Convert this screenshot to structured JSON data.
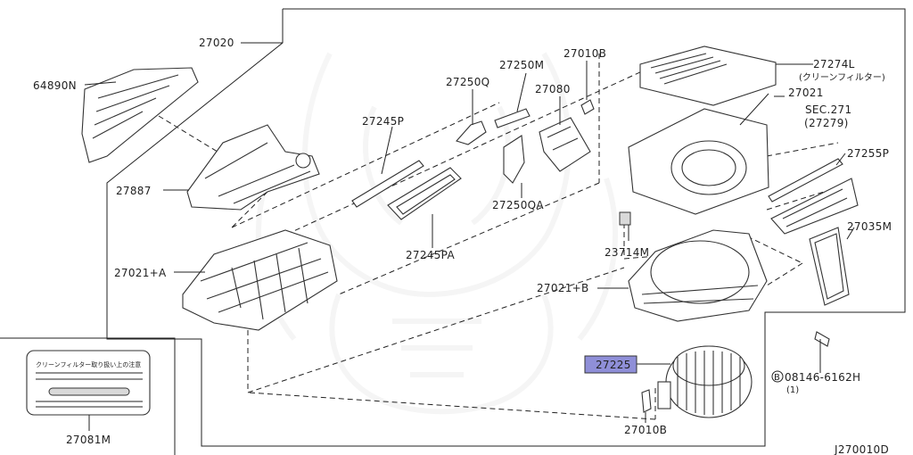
{
  "diagram_code": "J270010D",
  "parts": {
    "p64890N": "64890N",
    "p27020": "27020",
    "p27887": "27887",
    "p27245P": "27245P",
    "p27250Q": "27250Q",
    "p27250M": "27250M",
    "p27010B_top": "27010B",
    "p27080": "27080",
    "p27250QA": "27250QA",
    "p27245PA": "27245PA",
    "p27021A": "27021+A",
    "p27274L": "27274L",
    "p27274L_note": "(クリーンフィルター)",
    "p27021": "27021",
    "sec271": "SEC.271",
    "sec271_ref": "(27279)",
    "p27255P": "27255P",
    "p27035M": "27035M",
    "p23714M": "23714M",
    "p27021B": "27021+B",
    "p27225": "27225",
    "bolt_mark": "B",
    "bolt": "08146-6162H",
    "bolt_qty": "(1)",
    "p27010B_bottom": "27010B",
    "p27081M": "27081M",
    "label_card_text": "クリーンフィルター取り扱い上の注意"
  },
  "colors": {
    "highlight": "#8f8fd8",
    "line": "#222222"
  }
}
